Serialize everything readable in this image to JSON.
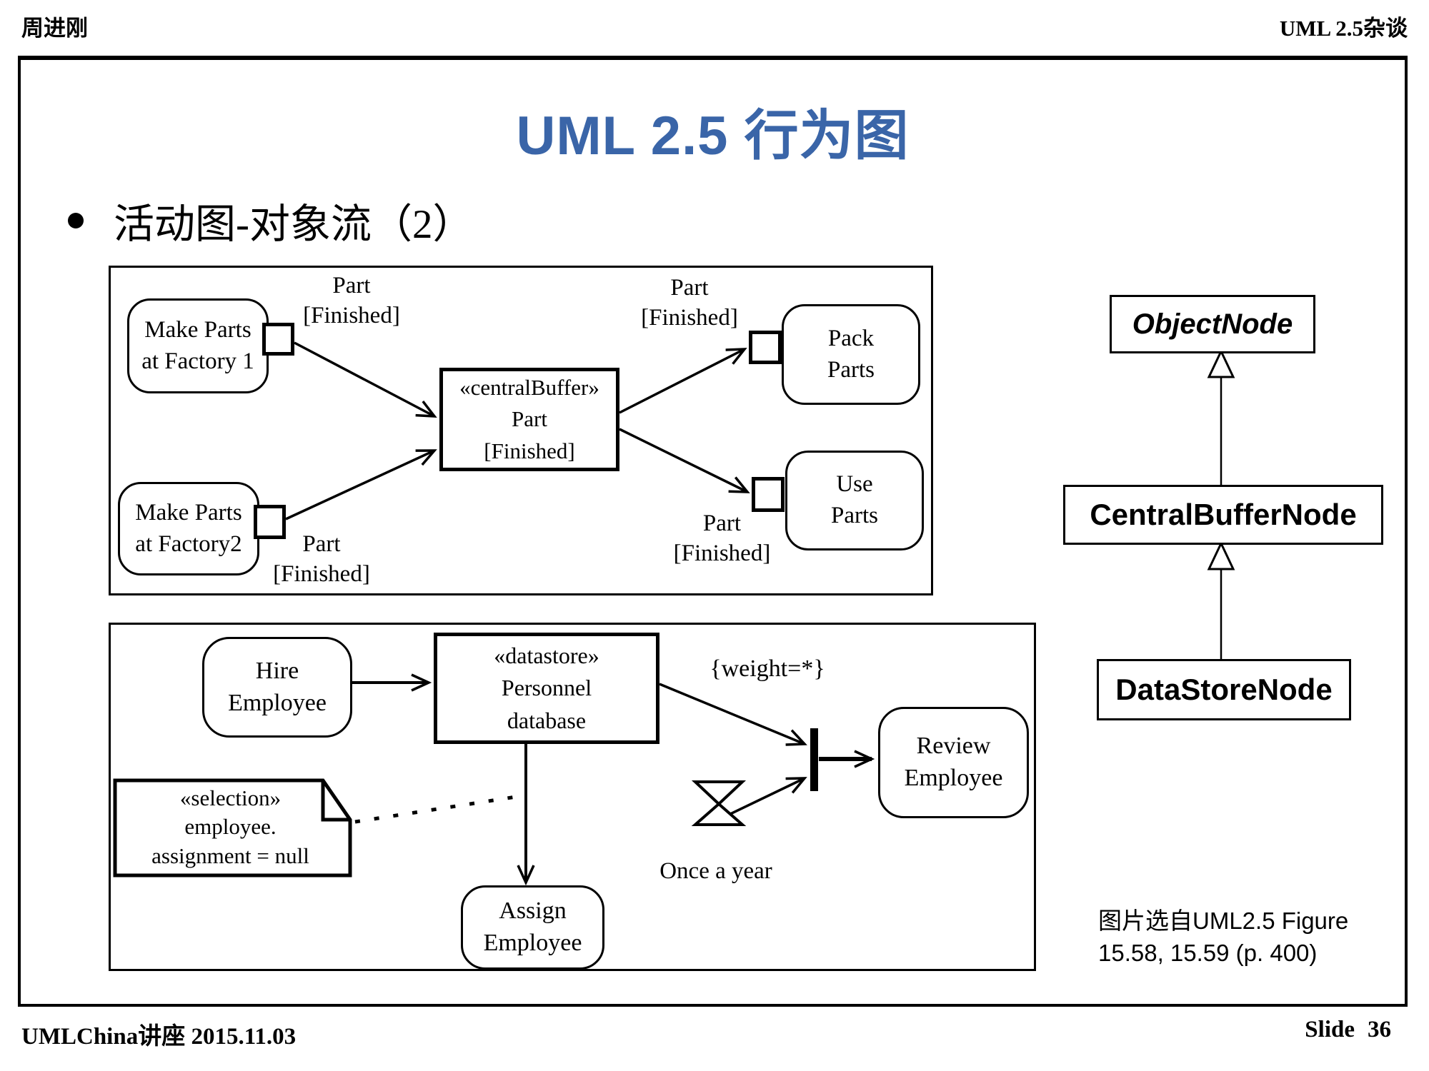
{
  "page": {
    "header_left": "周进刚",
    "header_right": "UML 2.5杂谈"
  },
  "slide": {
    "title": "UML 2.5 行为图",
    "title_color": "#3A65A8",
    "bullet_marker": "•",
    "bullet_text": "活动图-对象流（2）"
  },
  "object_flow_diagram_1": {
    "action_factory1": "Make Parts\nat Factory 1",
    "action_factory2": "Make Parts\nat Factory2",
    "central_buffer": "«centralBuffer»\nPart\n[Finished]",
    "action_pack": "Pack\nParts",
    "action_use": "Use\nParts",
    "edge_label_top_left": "Part\n[Finished]",
    "edge_label_top_right": "Part\n[Finished]",
    "edge_label_bottom_left": "Part\n[Finished]",
    "edge_label_bottom_right": "Part\n[Finished]"
  },
  "object_flow_diagram_2": {
    "action_hire": "Hire\nEmployee",
    "datastore": "«datastore»\nPersonnel\ndatabase",
    "weight_constraint": "{weight=*}",
    "action_review": "Review\nEmployee",
    "action_assign": "Assign\nEmployee",
    "note": "«selection»\nemployee.\nassignment = null",
    "time_event_label": "Once a year"
  },
  "class_hierarchy": {
    "object_node": "ObjectNode",
    "central_buffer_node": "CentralBufferNode",
    "data_store_node": "DataStoreNode"
  },
  "citation": {
    "line1": "图片选自UML2.5 Figure",
    "line2": "15.58, 15.59 (p. 400)"
  },
  "footer": {
    "left": "UMLChina讲座 2015.11.03",
    "slide_label": "Slide",
    "slide_number": "36"
  }
}
